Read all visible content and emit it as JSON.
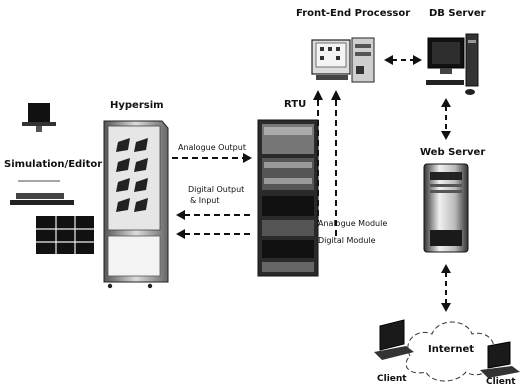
{
  "labels": {
    "front_end_processor": "Front-End Processor",
    "db_server": "DB Server",
    "hypersim": "Hypersim",
    "rtu": "RTU",
    "simulation_editor": "Simulation/Editor",
    "web_server": "Web Server",
    "analogue_output": "Analogue Output",
    "digital_output_line1": "Digital Output",
    "digital_output_line2": "& Input",
    "analogue_module": "Analogue Module",
    "digital_module": "Digital Module",
    "internet": "Internet",
    "client_left": "Client",
    "client_right": "Client"
  },
  "colors": {
    "ink": "#111111",
    "metal_dark": "#2a2a2a",
    "metal_mid": "#8a8a8a",
    "metal_light": "#d8d8d8",
    "screen": "#1a1a1a"
  }
}
